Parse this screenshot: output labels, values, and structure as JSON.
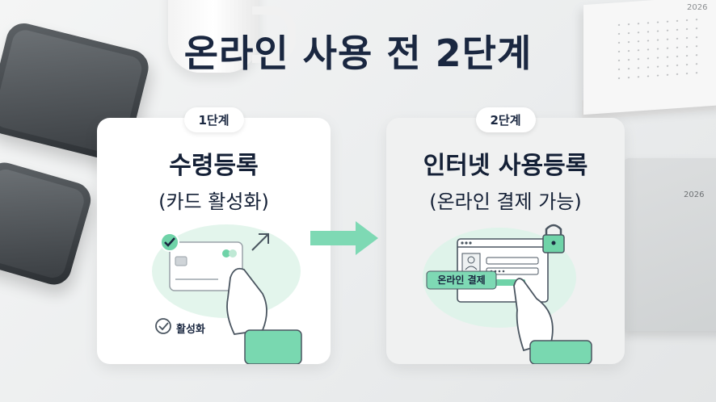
{
  "title": "온라인 사용 전 2단계",
  "steps": [
    {
      "badge": "1단계",
      "title": "수령등록",
      "subtitle": "(카드 활성화)",
      "check_label": "활성화"
    },
    {
      "badge": "2단계",
      "title": "인터넷 사용등록",
      "subtitle": "(온라인 결제 가능)",
      "tag_label": "온라인 결제"
    }
  ],
  "background": {
    "calendar_year": "2026",
    "notebook_text": "2026"
  },
  "colors": {
    "accent": "#6fd3a8",
    "title": "#1a2740",
    "mint_bg": "#dff3ea"
  },
  "icons": [
    "check-circle-icon",
    "arrow-up-right-icon",
    "credit-card-icon",
    "hand-icon",
    "right-arrow-icon",
    "lock-icon",
    "browser-window-icon",
    "user-icon",
    "pointing-hand-icon"
  ]
}
